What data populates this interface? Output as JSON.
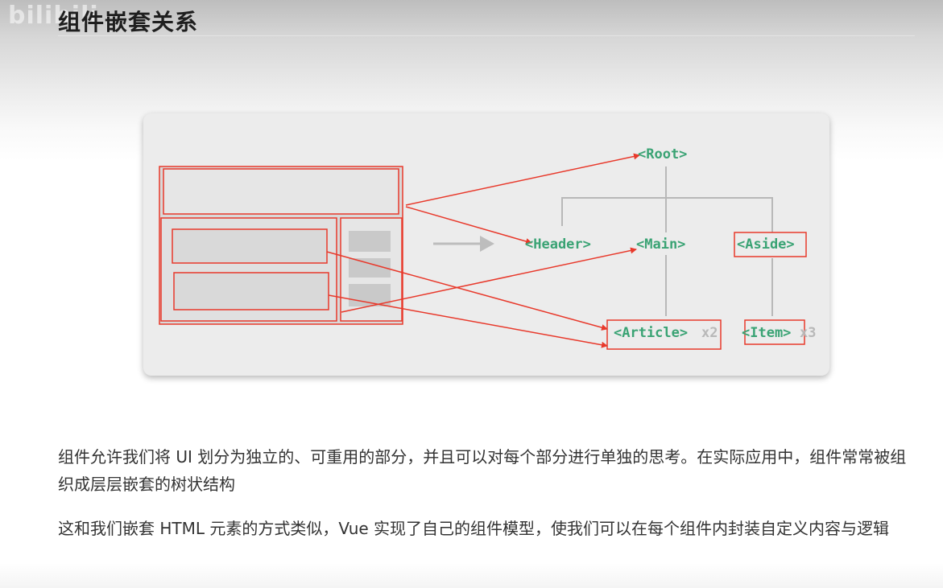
{
  "watermark": "bilibili",
  "title": "组件嵌套关系",
  "diagram": {
    "nodes": {
      "root": "<Root>",
      "header": "<Header>",
      "main": "<Main>",
      "aside": "<Aside>",
      "article": "<Article>",
      "item": "<Item>"
    },
    "multipliers": {
      "article": "x2",
      "item": "x3"
    },
    "colors": {
      "node_text": "#3aa374",
      "highlight": "#e8392b",
      "tree_line": "#b8b8b8",
      "layout_fill": "#d9d9d9"
    }
  },
  "paragraphs": {
    "p1": "组件允许我们将 UI 划分为独立的、可重用的部分，并且可以对每个部分进行单独的思考。在实际应用中，组件常常被组织成层层嵌套的树状结构",
    "p2": "这和我们嵌套 HTML 元素的方式类似，Vue 实现了自己的组件模型，使我们可以在每个组件内封装自定义内容与逻辑"
  }
}
